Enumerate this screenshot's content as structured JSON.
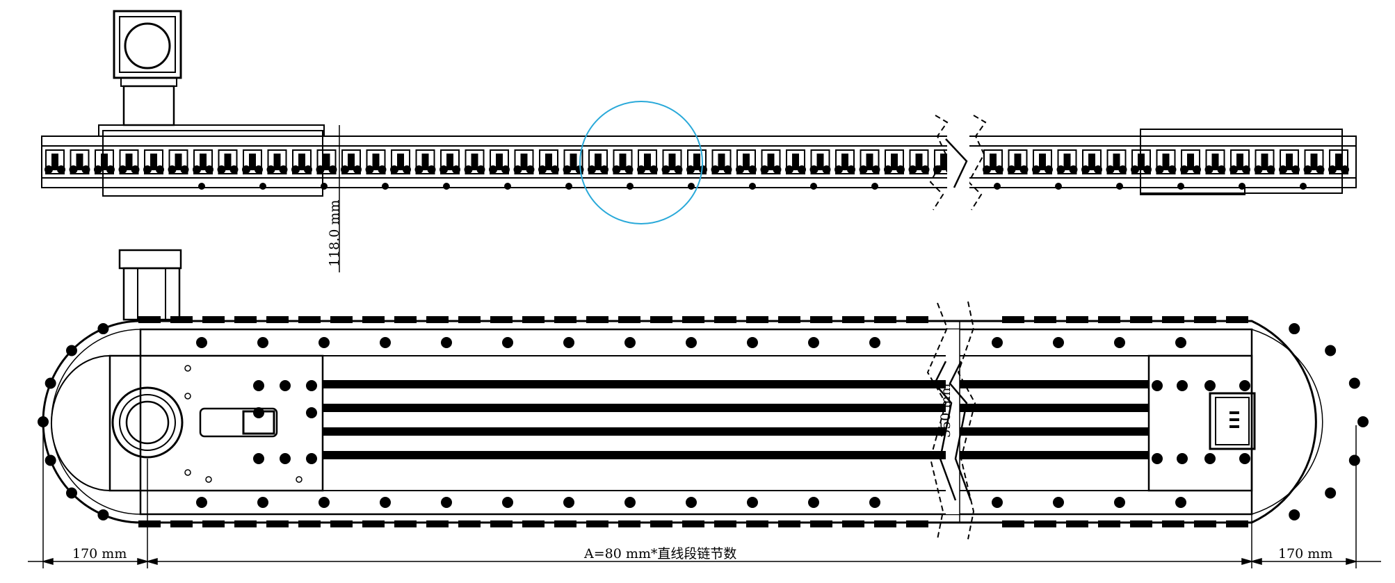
{
  "dimensions": {
    "chain_height": "118.0 mm",
    "chain_width": "350 mm",
    "left_end": "170 mm",
    "right_end": "170 mm",
    "pitch_formula": "A=80 mm*直线段链节数"
  },
  "colors": {
    "line": "#000000",
    "highlight_circle": "#29a9d9",
    "background": "#ffffff"
  },
  "views": [
    "side-view",
    "top-view"
  ]
}
